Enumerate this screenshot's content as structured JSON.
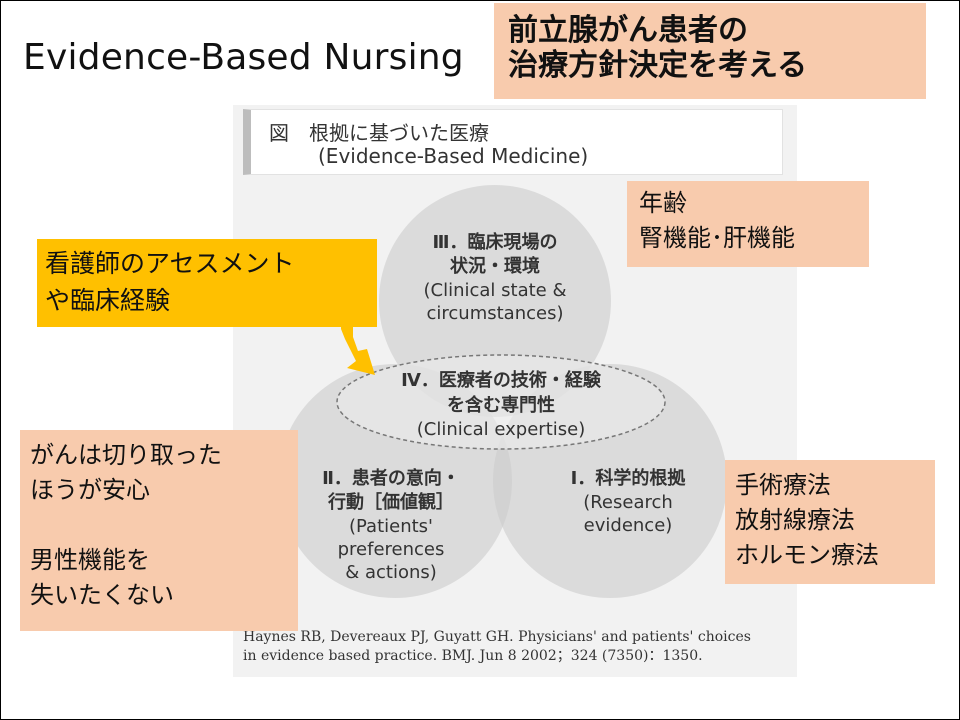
{
  "slide": {
    "title": "Evidence-Based Nursing",
    "topic_lines": [
      "前立腺がん患者の",
      "治療方針決定を考える"
    ]
  },
  "figure": {
    "caption_line1": "図　根拠に基づいた医療",
    "caption_line2": "(Evidence-Based Medicine)",
    "circles": [
      {
        "id": "III",
        "ja_lines": [
          "Ⅲ．臨床現場の",
          "状況・環境"
        ],
        "en_lines": [
          "(Clinical state &",
          "circumstances)"
        ]
      },
      {
        "id": "II",
        "ja_lines": [
          "Ⅱ．患者の意向・",
          "行動［価値観］"
        ],
        "en_lines": [
          "(Patients'",
          "preferences",
          "& actions)"
        ]
      },
      {
        "id": "I",
        "ja_lines": [
          "Ⅰ．科学的根拠"
        ],
        "en_lines": [
          "(Research",
          "evidence)"
        ]
      },
      {
        "id": "IV",
        "ja_lines": [
          "Ⅳ．医療者の技術・経験",
          "を含む専門性"
        ],
        "en_lines": [
          "(Clinical expertise)"
        ]
      }
    ],
    "reference_lines": [
      "Haynes RB, Devereaux PJ, Guyatt GH. Physicians' and patients' choices",
      "in evidence based practice. BMJ. Jun 8 2002；324 (7350)：1350."
    ]
  },
  "notes": {
    "age": [
      "年齢",
      "腎機能･肝機能"
    ],
    "nurse": [
      "看護師のアセスメント",
      "や臨床経験"
    ],
    "patient": [
      "がんは切り取った",
      "ほうが安心",
      "",
      "男性機能を",
      "失いたくない"
    ],
    "treatment": [
      "手術療法",
      "放射線療法",
      "ホルモン療法"
    ]
  },
  "colors": {
    "note_peach": "#f8cbad",
    "note_orange": "#ffc000",
    "circle_fill": "#cdcdcd",
    "figure_bg": "#f2f2f2"
  }
}
